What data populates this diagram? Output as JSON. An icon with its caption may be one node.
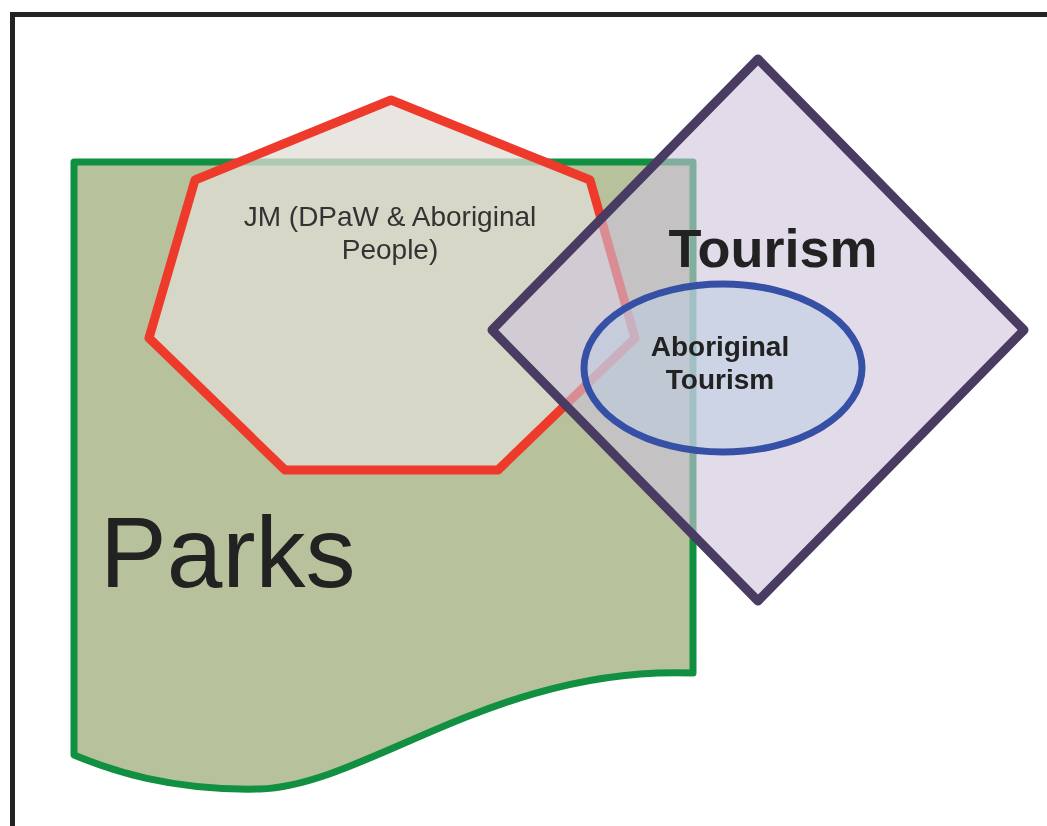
{
  "diagram": {
    "nodes": [
      {
        "text": [
          "JM (DPaW & Aboriginal People)"
        ]
      },
      {
        "text": [
          "Tourism"
        ]
      },
      {
        "text": [
          "Aboriginal Tourism"
        ],
        "in": 1
      },
      {
        "text": [
          "Parks"
        ]
      }
    ]
  }
}
